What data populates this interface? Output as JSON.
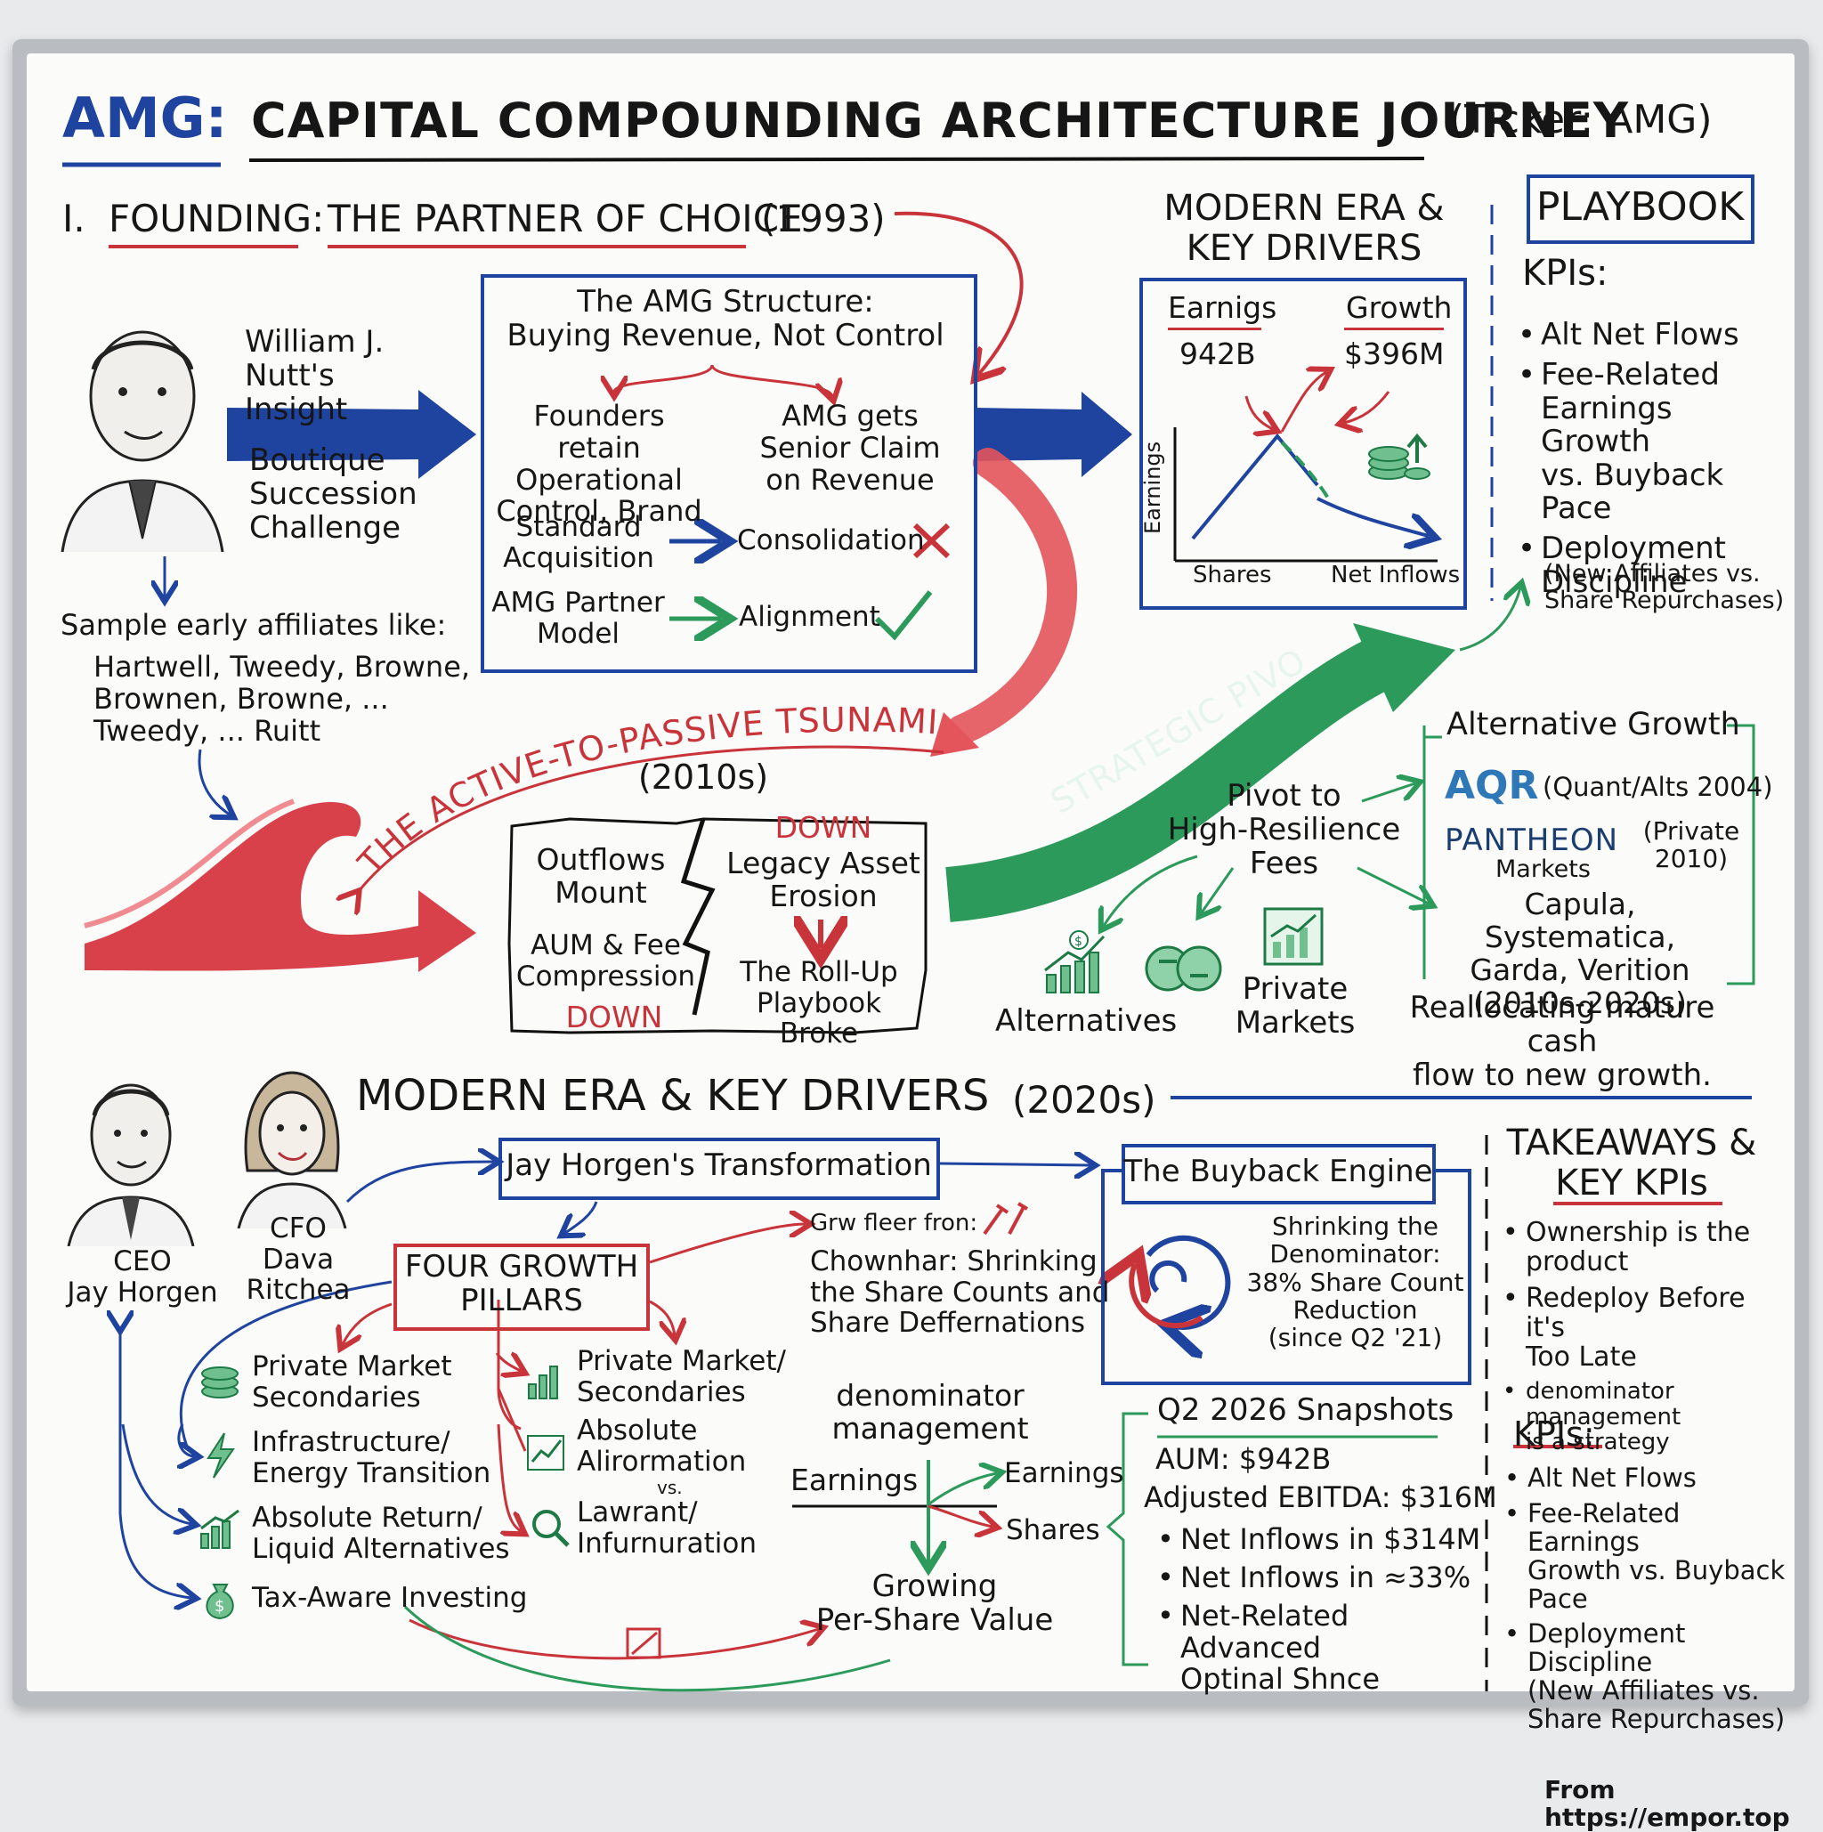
{
  "title": {
    "brand": "AMG:",
    "main": "CAPITAL COMPOUNDING ARCHITECTURE JOURNEY",
    "ticker": "(Ticker: AMG)"
  },
  "founding": {
    "heading_num": "I.",
    "heading_a": "FOUNDING:",
    "heading_b": "THE PARTNER OF CHOICE",
    "heading_year": "(1993)",
    "insight": "William J.\nNutt's\nInsight",
    "challenge": "Boutique\nSuccession\nChallenge",
    "affiliates_label": "Sample early affiliates like:",
    "affiliates": "Hartwell, Tweedy, Browne,\nBrownen, Browne, ...\nTweedy, ... Ruitt"
  },
  "structure": {
    "title": "The AMG Structure:\nBuying Revenue, Not Control",
    "left": "Founders retain\nOperational\nControl, Brand",
    "right": "AMG gets\nSenior Claim\non Revenue",
    "std_acq": "Standard\nAcquisition",
    "consolidation": "Consolidation",
    "partner_model": "AMG Partner\nModel",
    "alignment": "Alignment"
  },
  "modern_top": {
    "title": "MODERN ERA &\nKEY DRIVERS",
    "earnings_label": "Earnigs",
    "earnings_value": "942B",
    "growth_label": "Growth",
    "growth_value": "$396M",
    "y_axis": "Earnings",
    "x_left": "Shares",
    "x_right": "Net Inflows"
  },
  "playbook": {
    "title": "PLAYBOOK",
    "kpis": "KPIs:",
    "items": [
      "Alt Net Flows",
      "Fee-Related\nEarnings Growth\nvs. Buyback\nPace",
      "Deployment\nDiscipline"
    ],
    "note": "(New Affiliates vs.\nShare Repurchases)"
  },
  "tsunami": {
    "title": "THE ACTIVE-TO-PASSIVE TSUNAMI",
    "years": "(2010s)",
    "outflows": "Outflows\nMount",
    "down1": "DOWN",
    "legacy": "Legacy Asset\nErosion",
    "aum": "AUM & Fee\nCompression",
    "down2": "DOWN",
    "rollup": "The Roll-Up\nPlaybook Broke"
  },
  "pivot": {
    "label": "STRATEGIC PIVOT",
    "center": "Pivot to\nHigh-Resilience\nFees",
    "alternatives": "Alternatives",
    "private_markets": "Private\nMarkets",
    "alt_growth_title": "Alternative Growth",
    "aqr": "AQR",
    "aqr_note": "(Quant/Alts 2004)",
    "pantheon": "PANTHEON",
    "pantheon_note": "(Private\n2010)",
    "pantheon_sub": "Markets",
    "others": "Capula, Systematica,\nGarda, Verition\n(2010s-2020s)",
    "realloc": "Reallocating mature cash\nflow to new growth."
  },
  "modern": {
    "title": "MODERN ERA & KEY DRIVERS",
    "years": "(2020s)",
    "ceo": "CEO\nJay Horgen",
    "cfo": "CFO\nDava Ritchea",
    "transformation": "Jay Horgen's Transformation",
    "pillars": "FOUR GROWTH\nPILLARS",
    "left_items": [
      "Private Market\nSecondaries",
      "Infrastructure/\nEnergy Transition",
      "Absolute Return/\nLiquid Alternatives",
      "Tax-Aware Investing"
    ],
    "mid_items": [
      "Private Market/\nSecondaries",
      "Absolute\nAlirormation",
      "vs.",
      "Lawrant/\nInfurnuration"
    ],
    "grow_note": "Grw fleer fron:",
    "chownhar": "Chownhar: Shrinking\nthe Share Counts and\nShare Deffernations",
    "denom_title": "denominator\nmanagement",
    "denom_earnings_left": "Earnings",
    "denom_earnings_right": "Earnings",
    "denom_shares": "Shares",
    "per_share": "Growing\nPer-Share Value"
  },
  "buyback": {
    "title": "The Buyback Engine",
    "text": "Shrinking the\nDenominator:\n38% Share Count\nReduction\n(since Q2 '21)"
  },
  "snapshot": {
    "title": "Q2 2026 Snapshots",
    "aum": "AUM: $942B",
    "ebitda": "Adjusted EBITDA: $316M",
    "items": [
      "Net Inflows in $314M",
      "Net Inflows in ≈33%",
      "Net-Related Advanced\nOptinal Shnce"
    ]
  },
  "takeaways": {
    "title": "TAKEAWAYS &\nKEY KPIs",
    "items": [
      "Ownership is the\nproduct",
      "Redeploy Before it's\nToo Late",
      "denominator management\nis a strategy"
    ],
    "kpis": "KPIs:",
    "kpi_items": [
      "Alt Net Flows",
      "Fee-Related Earnings\nGrowth vs. Buyback\nPace",
      "Deployment Discipline\n(New Affiliates vs.\nShare Repurchases)"
    ]
  },
  "footer": "From https://empor.top"
}
